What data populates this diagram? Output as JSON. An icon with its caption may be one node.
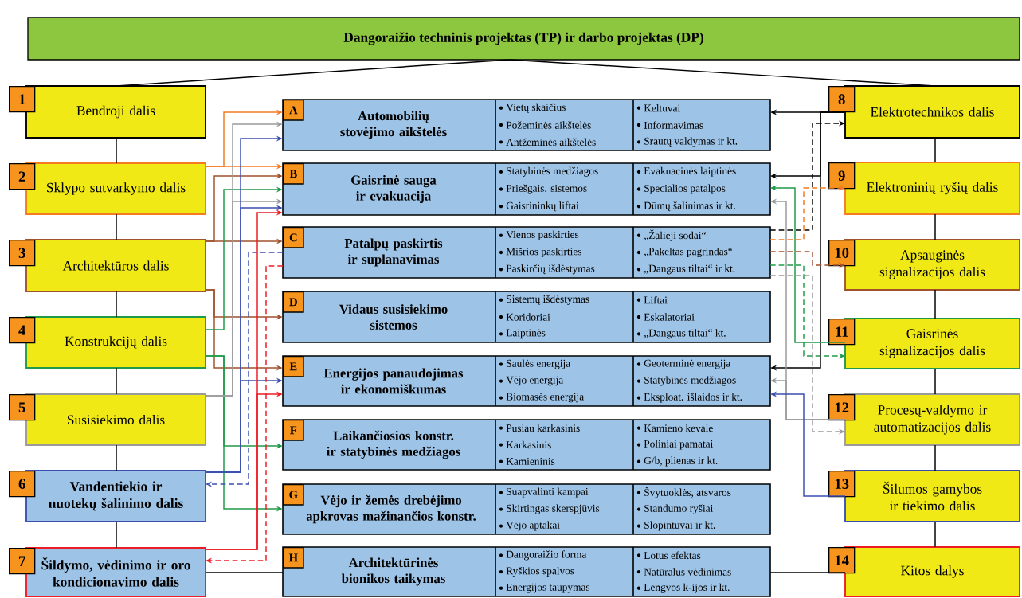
{
  "diagram": {
    "nodes": [
      {
        "text": [
          "Dangoraižio techninis projektas (TP) ir darbo projektas (DP)"
        ]
      },
      {
        "text": [
          "1",
          "Bendroji dalis"
        ]
      },
      {
        "text": [
          "2",
          "Sklypo sutvarkymo dalis"
        ]
      },
      {
        "text": [
          "3",
          "Architektūros dalis"
        ]
      },
      {
        "text": [
          "4",
          "Konstrukcijų dalis"
        ]
      },
      {
        "text": [
          "5",
          "Susisiekimo dalis"
        ]
      },
      {
        "text": [
          "6",
          "Vandentiekio ir nuotekų šalinimo dalis"
        ]
      },
      {
        "text": [
          "7",
          "Šildymo, vėdinimo ir oro kondicionavimo dalis"
        ]
      },
      {
        "text": [
          "8",
          "Elektrotechnikos dalis"
        ]
      },
      {
        "text": [
          "9",
          "Elektroninių ryšių dalis"
        ]
      },
      {
        "text": [
          "10",
          "Apsauginės signalizacijos dalis"
        ]
      },
      {
        "text": [
          "11",
          "Gaisrinės signalizacijos dalis"
        ]
      },
      {
        "text": [
          "12",
          "Procesų-valdymo ir automatizacijos dalis"
        ]
      },
      {
        "text": [
          "13",
          "Šilumos gamybos ir tiekimo dalis"
        ]
      },
      {
        "text": [
          "14",
          "Kitos dalys"
        ]
      },
      {
        "text": [
          "A",
          "Automobilių stovėjimo aikštelės",
          "Vietų skaičius",
          "Požeminės aikštelės",
          "Antžeminės aikštelės",
          "Keltuvai",
          "Informavimas",
          "Srautų valdymas ir kt."
        ]
      },
      {
        "text": [
          "B",
          "Gaisrinė sauga ir evakuacija",
          "Statybinės medžiagos",
          "Priešgais. sistemos",
          "Gaisrininkų liftai",
          "Evakuacinės laiptinės",
          "Specialios patalpos",
          "Dūmų šalinimas ir kt."
        ]
      },
      {
        "text": [
          "C",
          "Patalpų paskirtis ir suplanavimas",
          "Vienos paskirties",
          "Mišrios paskirties",
          "Paskirčių išdėstymas",
          "„Žalieji sodai“",
          "„Pakeltas pagrindas“",
          "„Dangaus tiltai“ ir kt."
        ]
      },
      {
        "text": [
          "D",
          "Vidaus susisiekimo sistemos",
          "Sistemų išdėstymas",
          "Koridoriai",
          "Laiptinės",
          "Liftai",
          "Eskalatoriai",
          "„Dangaus tiltai“ kt."
        ]
      },
      {
        "text": [
          "E",
          "Energijos panaudojimas ir ekonomiškumas",
          "Saulės energija",
          "Vėjo energija",
          "Biomasės energija",
          "Geoterminė energija",
          "Statybinės medžiagos",
          "Eksploat. išlaidos ir kt."
        ]
      },
      {
        "text": [
          "F",
          "Laikančiosios konstr. ir statybinės medžiagos",
          "Pusiau karkasinis",
          "Karkasinis",
          "Kamieninis",
          "Kamieno kevale",
          "Poliniai pamatai",
          "G/b, plienas ir kt."
        ]
      },
      {
        "text": [
          "G",
          "Vėjo ir žemės drebėjimo apkrovas mažinančios konstr.",
          "Suapvalinti kampai",
          "Skirtingas skerspjūvis",
          "Vėjo aptakai",
          "Švytuoklės, atsvaros",
          "Standumo ryšiai",
          "Slopintuvai ir kt."
        ]
      },
      {
        "text": [
          "H",
          "Architektūrinės bionikos taikymas",
          "Dangoraižio forma",
          "Ryškios spalvos",
          "Energijos taupymas",
          "Lotus efektas",
          "Natūralus vėdinimas",
          "Lengvos k-ijos ir kt."
        ]
      }
    ],
    "edges": [
      {
        "from": 0,
        "to": 1,
        "arrow": "none"
      },
      {
        "from": 0,
        "to": 8,
        "arrow": "none"
      },
      {
        "from": 1,
        "to": 2,
        "arrow": "none"
      },
      {
        "from": 2,
        "to": 3,
        "arrow": "none"
      },
      {
        "from": 3,
        "to": 4,
        "arrow": "none"
      },
      {
        "from": 4,
        "to": 5,
        "arrow": "none"
      },
      {
        "from": 5,
        "to": 6,
        "arrow": "none"
      },
      {
        "from": 6,
        "to": 7,
        "arrow": "none"
      },
      {
        "from": 8,
        "to": 9,
        "arrow": "none"
      },
      {
        "from": 9,
        "to": 10,
        "arrow": "none"
      },
      {
        "from": 10,
        "to": 11,
        "arrow": "none"
      },
      {
        "from": 11,
        "to": 12,
        "arrow": "none"
      },
      {
        "from": 12,
        "to": 13,
        "arrow": "none"
      },
      {
        "from": 13,
        "to": 14,
        "arrow": "none"
      },
      {
        "from": 7,
        "to": 22,
        "arrow": "none"
      },
      {
        "from": 22,
        "to": 14,
        "arrow": "none"
      },
      {
        "from": 2,
        "to": 15,
        "arrow": "to",
        "color": "#f47b20"
      },
      {
        "from": 2,
        "to": 16,
        "arrow": "to",
        "color": "#f47b20"
      },
      {
        "from": 3,
        "to": 16,
        "arrow": "to",
        "color": "#a0522d"
      },
      {
        "from": 3,
        "to": 17,
        "arrow": "to",
        "color": "#a0522d"
      },
      {
        "from": 3,
        "to": 18,
        "arrow": "to",
        "color": "#a0522d"
      },
      {
        "from": 3,
        "to": 19,
        "arrow": "to",
        "color": "#a0522d"
      },
      {
        "from": 4,
        "to": 16,
        "arrow": "to",
        "color": "#1f9a48"
      },
      {
        "from": 4,
        "to": 20,
        "arrow": "to",
        "color": "#1f9a48"
      },
      {
        "from": 4,
        "to": 21,
        "arrow": "to",
        "color": "#1f9a48"
      },
      {
        "from": 5,
        "to": 15,
        "arrow": "to",
        "color": "#9a9a9a"
      },
      {
        "from": 5,
        "to": 16,
        "arrow": "to",
        "color": "#9a9a9a"
      },
      {
        "from": 6,
        "to": 15,
        "arrow": "to",
        "color": "#3b4fb0"
      },
      {
        "from": 6,
        "to": 16,
        "arrow": "to",
        "color": "#3b4fb0"
      },
      {
        "from": 6,
        "to": 19,
        "arrow": "to",
        "color": "#3b4fb0"
      },
      {
        "from": 17,
        "to": 6,
        "arrow": "to",
        "style": "dashed",
        "color": "#3b4fb0"
      },
      {
        "from": 7,
        "to": 16,
        "arrow": "to",
        "color": "#ed1c24"
      },
      {
        "from": 7,
        "to": 19,
        "arrow": "to",
        "color": "#ed1c24"
      },
      {
        "from": 17,
        "to": 7,
        "arrow": "to",
        "style": "dashed",
        "color": "#ed1c24"
      },
      {
        "from": 8,
        "to": 15,
        "arrow": "to"
      },
      {
        "from": 8,
        "to": 16,
        "arrow": "to"
      },
      {
        "from": 8,
        "to": 19,
        "arrow": "to"
      },
      {
        "from": 17,
        "to": 8,
        "arrow": "to",
        "style": "dashed"
      },
      {
        "from": 17,
        "to": 9,
        "arrow": "to",
        "style": "dashed",
        "color": "#f47b20"
      },
      {
        "from": 17,
        "to": 10,
        "arrow": "to",
        "style": "dashed",
        "color": "#a0522d"
      },
      {
        "from": 17,
        "to": 11,
        "arrow": "to",
        "style": "dashed",
        "color": "#1f9a48"
      },
      {
        "from": 17,
        "to": 12,
        "arrow": "to",
        "style": "dashed",
        "color": "#9a9a9a"
      },
      {
        "from": 11,
        "to": 16,
        "arrow": "to",
        "color": "#1f9a48"
      },
      {
        "from": 12,
        "to": 16,
        "arrow": "to",
        "color": "#9a9a9a"
      },
      {
        "from": 12,
        "to": 19,
        "arrow": "to",
        "color": "#9a9a9a"
      },
      {
        "from": 13,
        "to": 19,
        "arrow": "to",
        "color": "#3b4fb0"
      }
    ]
  }
}
